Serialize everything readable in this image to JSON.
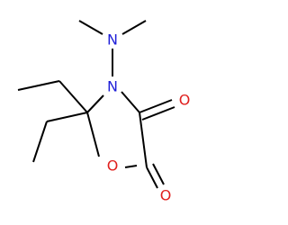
{
  "molecule": {
    "atoms": {
      "n_amino": {
        "symbol": "N",
        "color": "#1f1fd8"
      },
      "n_ring": {
        "symbol": "N",
        "color": "#1f1fd8"
      },
      "o_ring": {
        "symbol": "O",
        "color": "#e0201e"
      },
      "o_carbonyl_upper": {
        "symbol": "O",
        "color": "#e0201e"
      },
      "o_carbonyl_lower": {
        "symbol": "O",
        "color": "#e0201e"
      }
    },
    "bond_color": "#000000"
  }
}
